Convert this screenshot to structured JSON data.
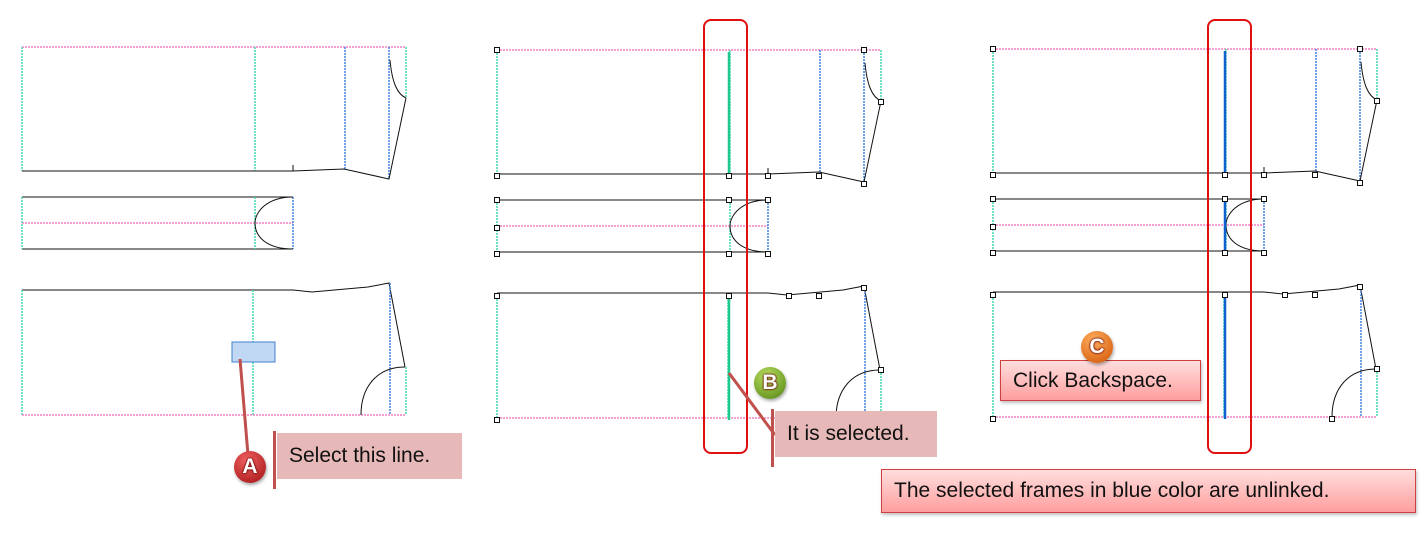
{
  "colors": {
    "pink": "#f080c0",
    "cyan": "#40d8b0",
    "blue": "#4080e0",
    "selected_green": "#20c890",
    "unlinked_blue": "#1060d0",
    "frame_red": "#e01010"
  },
  "steps": [
    {
      "badge": "A",
      "text": "Select this line.",
      "badge_color": "#c02020"
    },
    {
      "badge": "B",
      "text": "It is selected.",
      "badge_color": "#70a020"
    },
    {
      "badge": "C",
      "text": "Click Backspace.",
      "badge_color": "#f07010"
    }
  ],
  "note": "The selected frames in blue color are unlinked."
}
